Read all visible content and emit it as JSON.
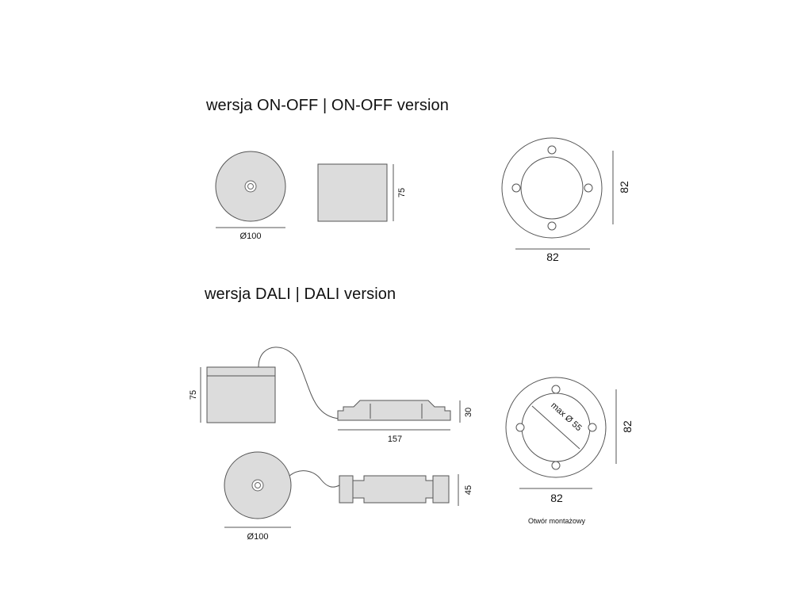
{
  "sections": {
    "onoff_title": "wersja ON-OFF | ON-OFF version",
    "dali_title": "wersja DALI | DALI version"
  },
  "dimensions": {
    "onoff_diameter": "Ø100",
    "onoff_height": "75",
    "onoff_hole_width": "82",
    "onoff_hole_height": "82",
    "dali_height": "75",
    "dali_driver_length": "157",
    "dali_driver_height": "30",
    "dali_driver_width": "45",
    "dali_diameter": "Ø100",
    "dali_hole_width": "82",
    "dali_hole_height": "82",
    "dali_max_diameter": "max Ø 55"
  },
  "notes": {
    "mounting_hole": "Otwór montażowy"
  },
  "colors": {
    "body_fill": "#dcdcdc",
    "line": "#555555",
    "text": "#111111"
  }
}
